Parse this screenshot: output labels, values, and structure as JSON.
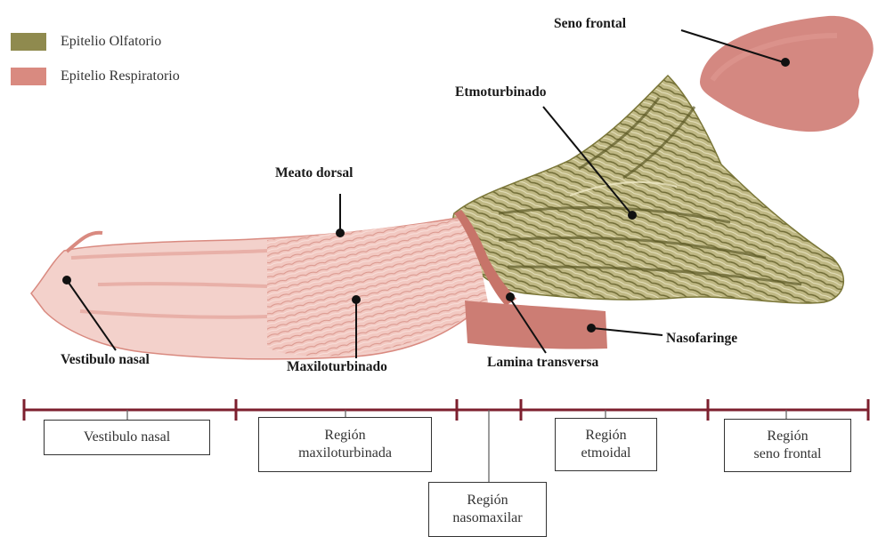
{
  "colors": {
    "olfactory": "#8f8a4e",
    "respiratory": "#d98a80",
    "axis": "#7d1f2e"
  },
  "legend": [
    {
      "label": "Epitelio Olfatorio",
      "color": "#8f8a4e"
    },
    {
      "label": "Epitelio Respiratorio",
      "color": "#d98a80"
    }
  ],
  "labels": {
    "seno_frontal": "Seno frontal",
    "etmoturbinado": "Etmoturbinado",
    "meato_dorsal": "Meato dorsal",
    "vestibulo_nasal": "Vestibulo nasal",
    "maxiloturbinado": "Maxiloturbinado",
    "lamina_transversa": "Lamina transversa",
    "nasofaringe": "Nasofaringe"
  },
  "regions": {
    "vestibulo": [
      "Vestibulo nasal"
    ],
    "maxiloturbinada": [
      "Región",
      "maxiloturbinada"
    ],
    "nasomaxilar": [
      "Región",
      "nasomaxilar"
    ],
    "etmoidal": [
      "Región",
      "etmoidal"
    ],
    "seno_frontal": [
      "Región",
      "seno frontal"
    ]
  }
}
